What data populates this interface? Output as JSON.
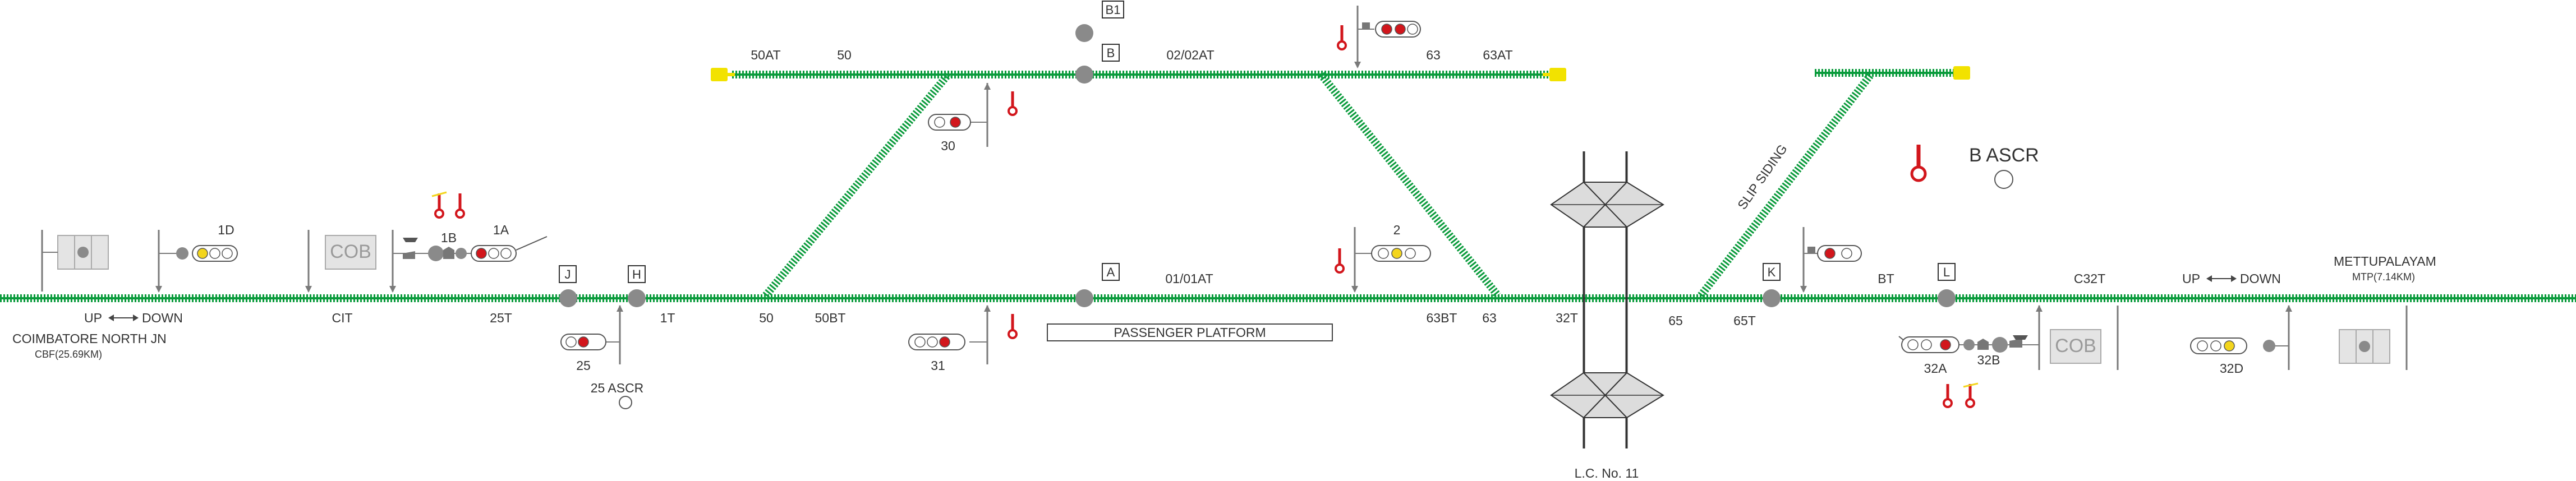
{
  "stations": {
    "left_name": "COIMBATORE NORTH JN",
    "left_sub": "CBF(25.69KM)",
    "right_name": "METTUPALAYAM",
    "right_sub": "MTP(7.14KM)"
  },
  "directions": {
    "left_up": "UP",
    "left_down": "DOWN",
    "right_up": "UP",
    "right_down": "DOWN"
  },
  "platform": "PASSENGER PLATFORM",
  "level_crossing": "L.C. No. 11",
  "ascr": {
    "b": "B ASCR",
    "s25": "25 ASCR"
  },
  "cob": {
    "left": "COB",
    "right": "COB"
  },
  "slip": "SLIP SIDING",
  "boxes": {
    "A": "A",
    "B": "B",
    "B1": "B1",
    "H": "H",
    "J": "J",
    "K": "K",
    "L": "L"
  },
  "track_labels": {
    "cit": "CIT",
    "t25": "25T",
    "t1": "1T",
    "t50": "50",
    "t50bt": "50BT",
    "main_line": "01/01AT",
    "t63bt": "63BT",
    "t63": "63",
    "t32t": "32T",
    "t65": "65",
    "t65t": "65T",
    "bt": "BT",
    "c32t": "C32T",
    "t50at": "50AT",
    "t50top": "50",
    "loop_line": "02/02AT",
    "t63top": "63",
    "t63at": "63AT"
  },
  "signals": {
    "s1d": "1D",
    "s1b": "1B",
    "s1a": "1A",
    "s25": "25",
    "s31": "31",
    "s30": "30",
    "s2": "2",
    "s32a": "32A",
    "s32b": "32B",
    "s32d": "32D"
  },
  "colors": {
    "track": "#0a9b3c",
    "track_light": "#9ad0a8",
    "buffer": "#f2e200",
    "signal_red": "#d2161c",
    "signal_yellow": "#f3d51d",
    "signal_off": "#ffffff",
    "node": "#8a8a8a",
    "line": "#7a7a7a",
    "lever": "#d2161c"
  }
}
